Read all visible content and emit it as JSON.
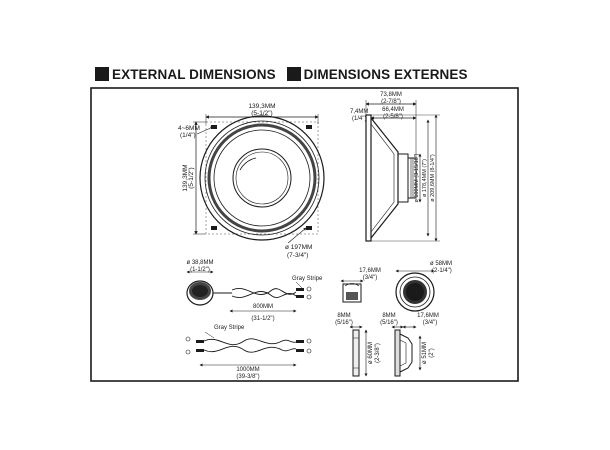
{
  "header": {
    "title_en": "EXTERNAL DIMENSIONS",
    "title_fr": "DIMENSIONS EXTERNES"
  },
  "woofer_front": {
    "width_mm": "139,3MM",
    "width_in": "(5-1/2\")",
    "height_mm": "139,3MM",
    "height_in": "(5-1/2\")",
    "hole_mm": "4~6MM",
    "hole_in": "(1/4\")",
    "dia_mm": "ø 197MM",
    "dia_in": "(7-3/4\")"
  },
  "woofer_side": {
    "depth_mm": "73,8MM",
    "depth_in": "(2-7/8\")",
    "depth2_mm": "66,4MM",
    "depth2_in": "(2-5/8\")",
    "flange_mm": "7,4MM",
    "flange_in": "(1/4\")",
    "d1": "ø 100MM (3-15/16\")",
    "d2": "ø 178,4MM (7\")",
    "d3": "ø 209,6MM (8-1/4\")"
  },
  "tweeter_wire": {
    "dia_mm": "ø 38,8MM",
    "dia_in": "(1-1/2\")",
    "stripe_label": "Gray Stripe",
    "len_mm": "800MM",
    "len_in": "(31-1/2\")"
  },
  "crossover": {
    "stripe_label": "Gray Stripe",
    "len_mm": "1000MM",
    "len_in": "(39-3/8\")"
  },
  "tweeter_side": {
    "h_mm": "17,6MM",
    "h_in": "(3/4\")"
  },
  "tweeter_front": {
    "dia_mm": "ø 58MM",
    "dia_in": "(2-1/4\")"
  },
  "tweeter_mount": {
    "a_mm": "8MM",
    "a_in": "(5/16\")",
    "b_mm": "ø 60MM",
    "b_in": "(2-3/8\")"
  },
  "tweeter_mount2": {
    "a_mm": "8MM",
    "a_in": "(5/16\")",
    "h_mm": "17,6MM",
    "h_in": "(3/4\")",
    "d_mm": "ø 51MM",
    "d_in": "(2\")"
  }
}
